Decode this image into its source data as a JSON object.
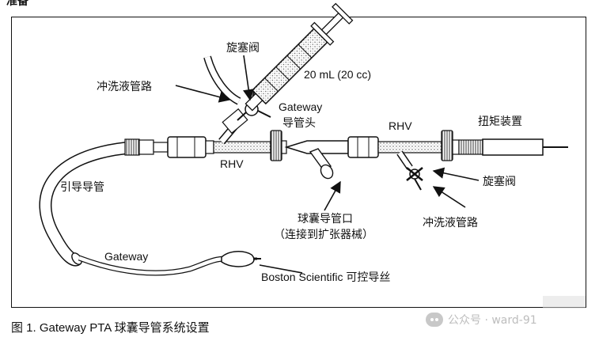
{
  "header_fragment": "准备",
  "labels": {
    "stopcock_top": "旋塞阀",
    "volume": "20 mL (20 cc)",
    "flush_line_left": "冲洗液管路",
    "gateway_hub_line1": "Gateway",
    "gateway_hub_line2": "导管头",
    "rhv_left": "RHV",
    "rhv_right": "RHV",
    "torque_device": "扭矩装置",
    "stopcock_right": "旋塞阀",
    "guide_catheter": "引导导管",
    "balloon_port_line1": "球囊导管口",
    "balloon_port_line2": "（连接到扩张器械）",
    "flush_line_right": "冲洗液管路",
    "gateway_catheter": "Gateway",
    "guidewire": "Boston Scientific 可控导丝"
  },
  "caption": "图 1. Gateway PTA 球囊导管系统设置",
  "watermark": "公众号 · ward-91"
}
